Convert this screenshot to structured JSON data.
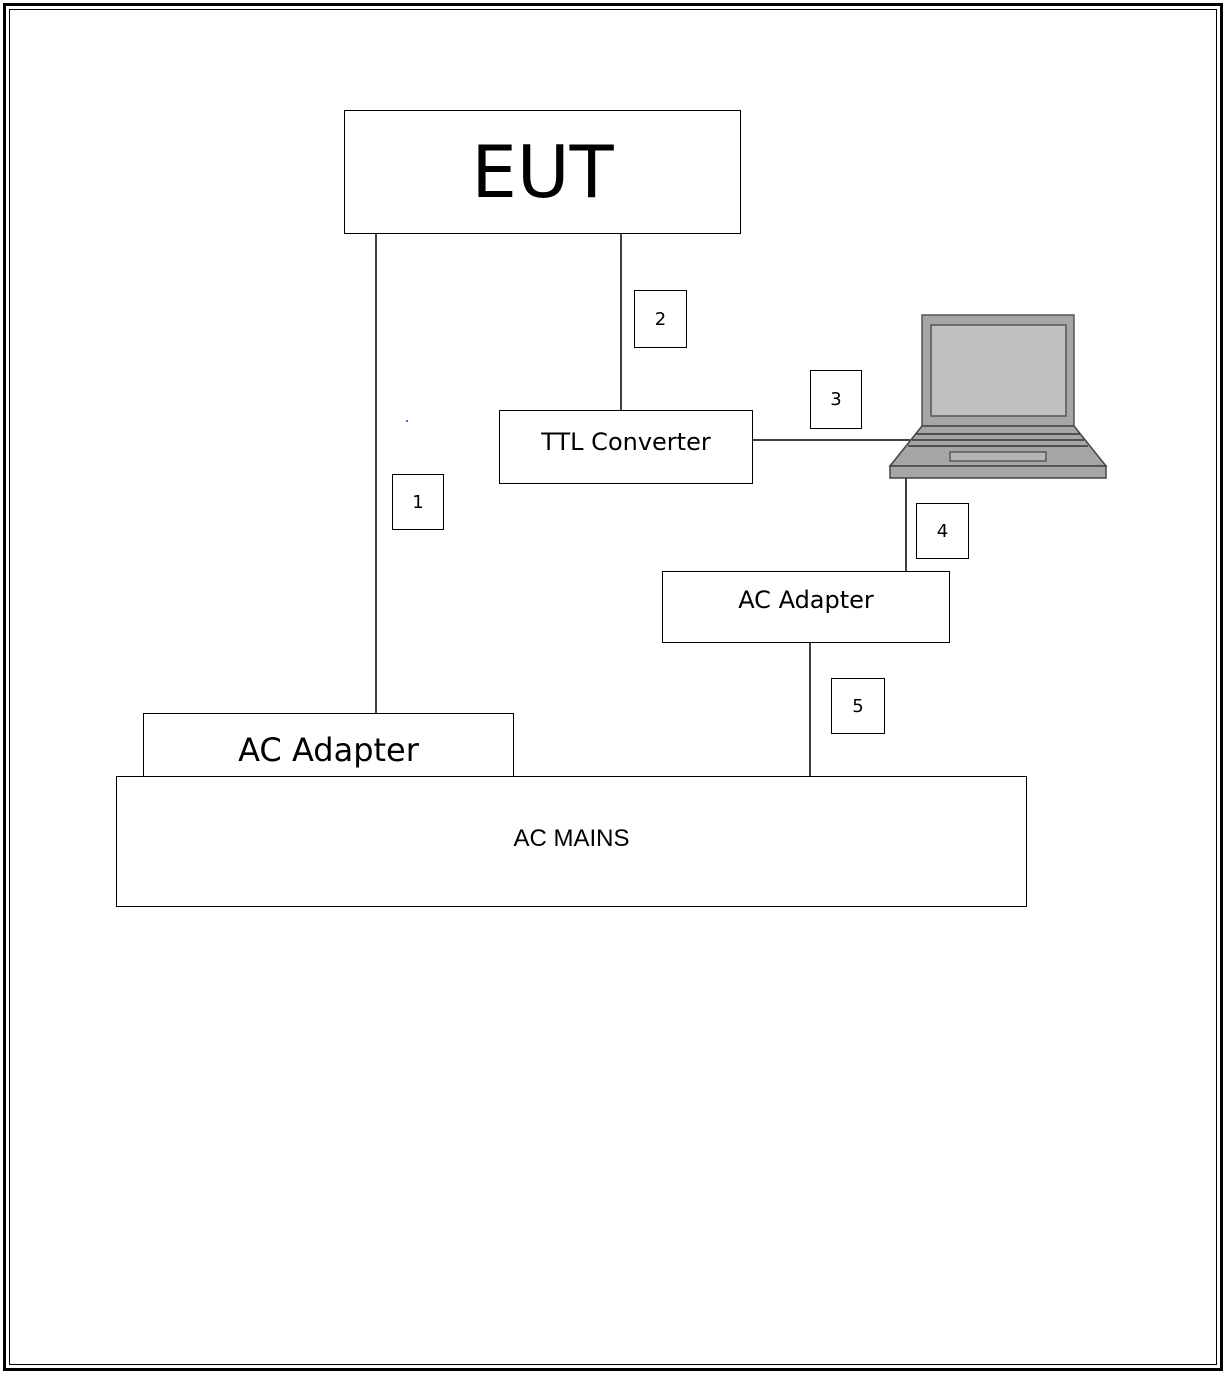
{
  "diagram": {
    "eut_label": "EUT",
    "ttl_label": "TTL Converter",
    "ac_adapter_laptop_label": "AC Adapter",
    "ac_adapter_eut_label": "AC Adapter",
    "ac_mains_label": "AC MAINS",
    "cable_labels": [
      "1",
      "2",
      "3",
      "4",
      "5"
    ],
    "laptop_icon": "laptop-icon",
    "colors": {
      "line": "#000000",
      "laptop_body": "#a6a6a6",
      "laptop_screen": "#c0c0c0"
    }
  }
}
